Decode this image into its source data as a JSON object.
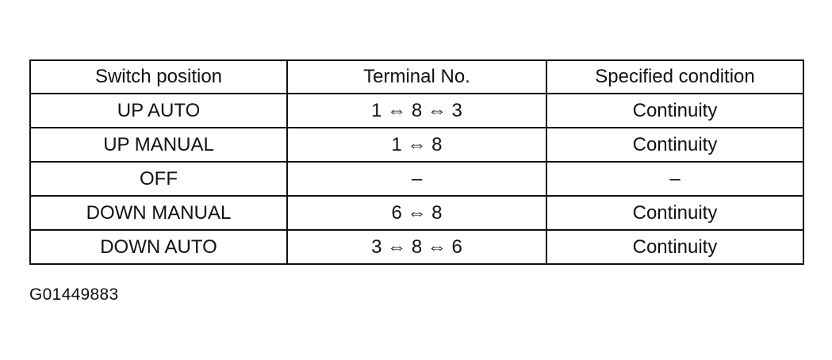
{
  "table": {
    "headers": [
      "Switch position",
      "Terminal No.",
      "Specified condition"
    ],
    "rows": [
      [
        "UP AUTO",
        "1 ⇔ 8 ⇔ 3",
        "Continuity"
      ],
      [
        "UP MANUAL",
        "1 ⇔ 8",
        "Continuity"
      ],
      [
        "OFF",
        "–",
        "–"
      ],
      [
        "DOWN MANUAL",
        "6 ⇔ 8",
        "Continuity"
      ],
      [
        "DOWN AUTO",
        "3 ⇔ 8 ⇔ 6",
        "Continuity"
      ]
    ]
  },
  "caption": "G01449883"
}
